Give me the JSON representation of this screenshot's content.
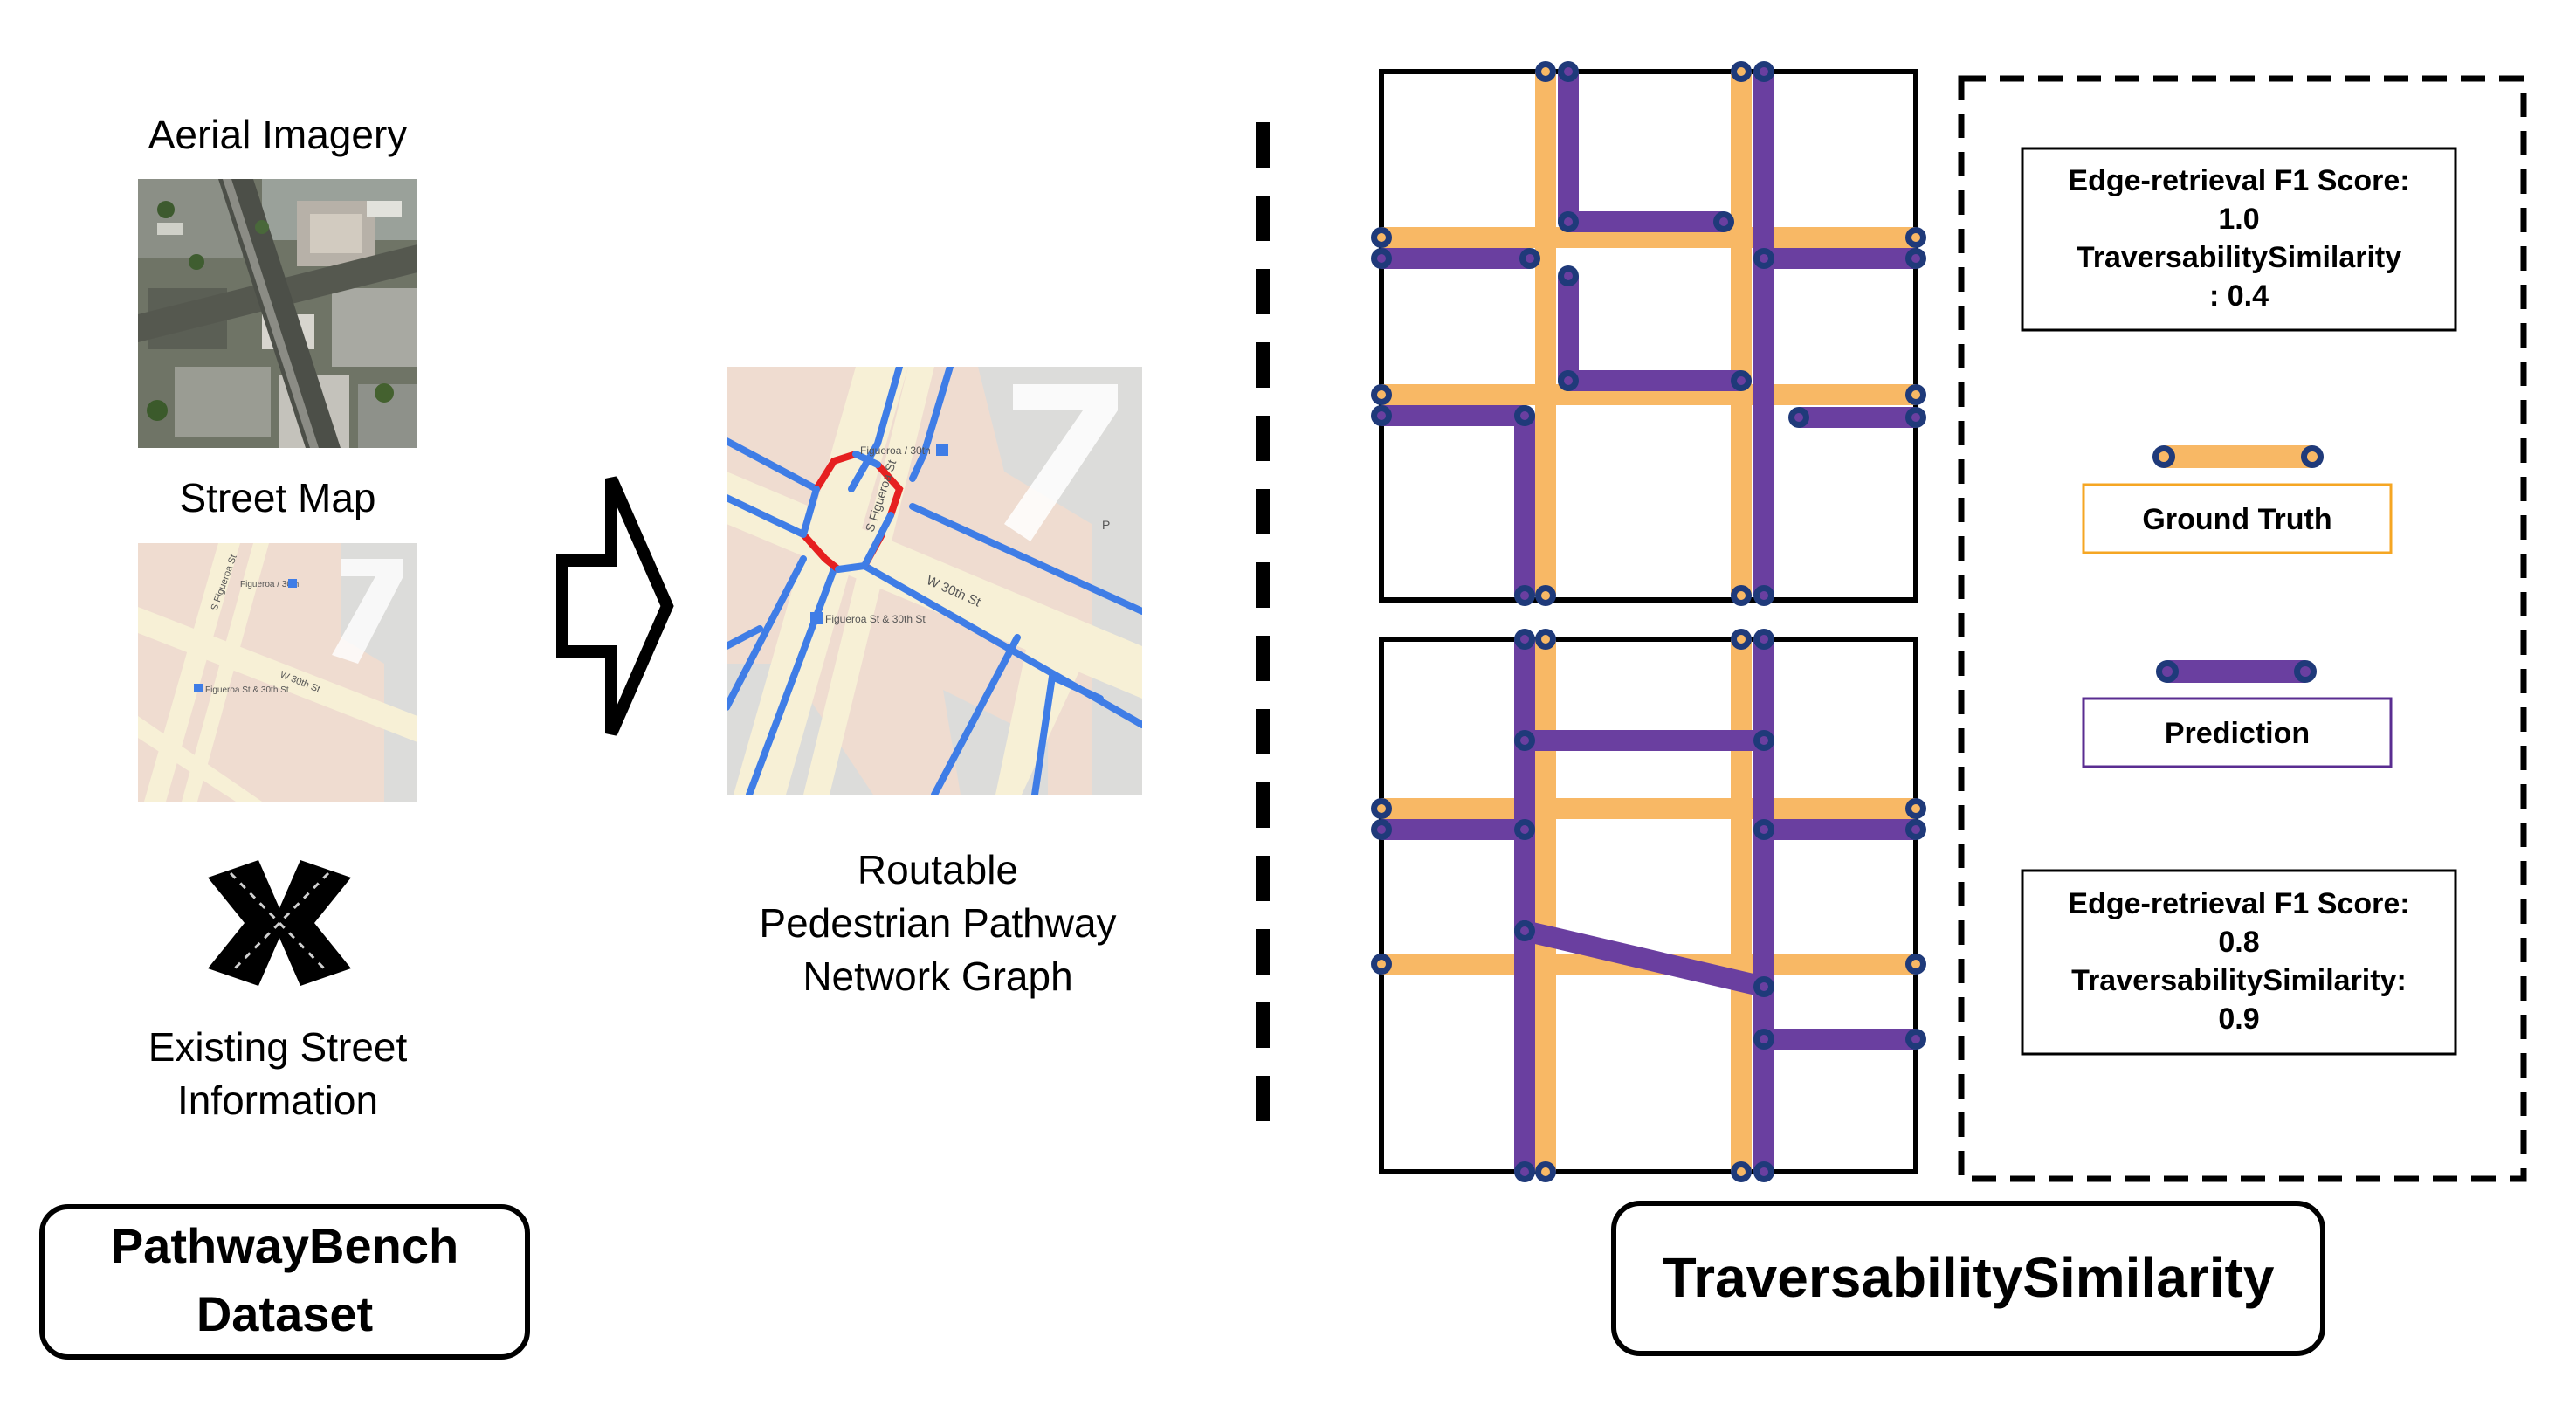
{
  "left_panel": {
    "aerial_label": "Aerial Imagery",
    "street_map_label": "Street Map",
    "existing_label_line1": "Existing Street",
    "existing_label_line2": "Information",
    "dataset_box_line1": "PathwayBench",
    "dataset_box_line2": "Dataset",
    "street_map_text": {
      "street_a": "S Figueroa St",
      "stop_a": "Figueroa / 30th",
      "street_b": "W 30th St",
      "stop_b": "Figueroa St & 30th St"
    }
  },
  "middle_panel": {
    "graph_label_line1": "Routable",
    "graph_label_line2": "Pedestrian Pathway",
    "graph_label_line3": "Network Graph",
    "map_text": {
      "street_a": "S Figueroa St",
      "stop_a": "Figueroa / 30th",
      "street_b": "W 30th St",
      "stop_b": "Figueroa St & 30th St",
      "parking": "P"
    }
  },
  "right_panel": {
    "metric_box_top": {
      "line1": "Edge-retrieval F1 Score:",
      "line2": "1.0",
      "line3": "TraversabilitySimilarity",
      "line4": ": 0.4"
    },
    "legend": {
      "ground_truth_label": "Ground Truth",
      "prediction_label": "Prediction"
    },
    "metric_box_bottom": {
      "line1": "Edge-retrieval F1 Score:",
      "line2": "0.8",
      "line3": "TraversabilitySimilarity:",
      "line4": "0.9"
    },
    "title_box": "TraversabilitySimilarity"
  },
  "colors": {
    "ground_truth": "#f8b865",
    "prediction": "#6a3fa0",
    "node_fill": "#1f3a7a",
    "node_center": "#f8b865",
    "graph_edge_blue": "#3f7de6",
    "graph_edge_red": "#e62020",
    "map_land": "#efdcd0",
    "map_road": "#f7f0d6",
    "legend_gt_border": "#f5a623",
    "legend_pred_border": "#5a2d91"
  }
}
